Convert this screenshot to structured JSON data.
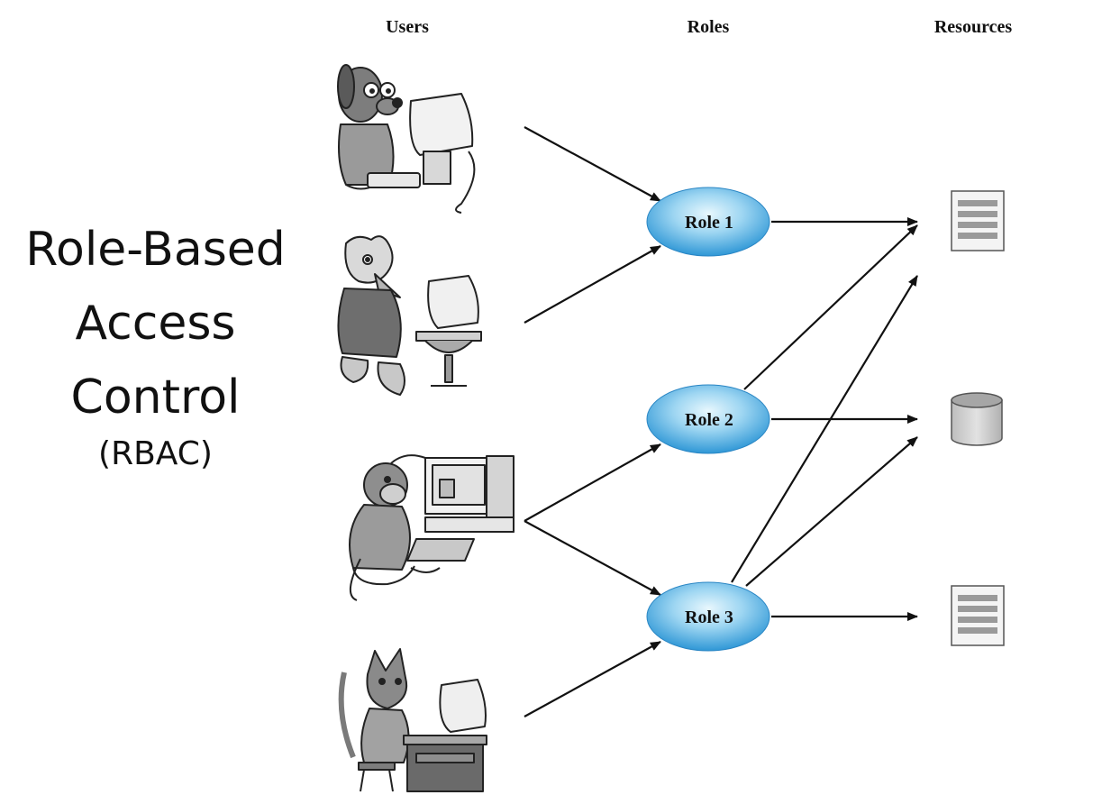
{
  "title": {
    "lines": [
      "Role-Based",
      "Access",
      "Control"
    ],
    "abbrev": "(RBAC)"
  },
  "columns": {
    "users": "Users",
    "roles": "Roles",
    "resources": "Resources"
  },
  "users": [
    {
      "icon": "dog-at-computer-icon"
    },
    {
      "icon": "duck-at-computer-icon"
    },
    {
      "icon": "monkey-at-computer-icon"
    },
    {
      "icon": "cat-at-computer-icon"
    }
  ],
  "roles": [
    {
      "label": "Role 1"
    },
    {
      "label": "Role 2"
    },
    {
      "label": "Role 3"
    }
  ],
  "resources": [
    {
      "icon": "document-icon"
    },
    {
      "icon": "database-icon"
    },
    {
      "icon": "document-icon"
    }
  ],
  "colors": {
    "role_fill_light": "#d8f0fb",
    "role_fill_dark": "#3aa3de",
    "arrow": "#111111"
  }
}
